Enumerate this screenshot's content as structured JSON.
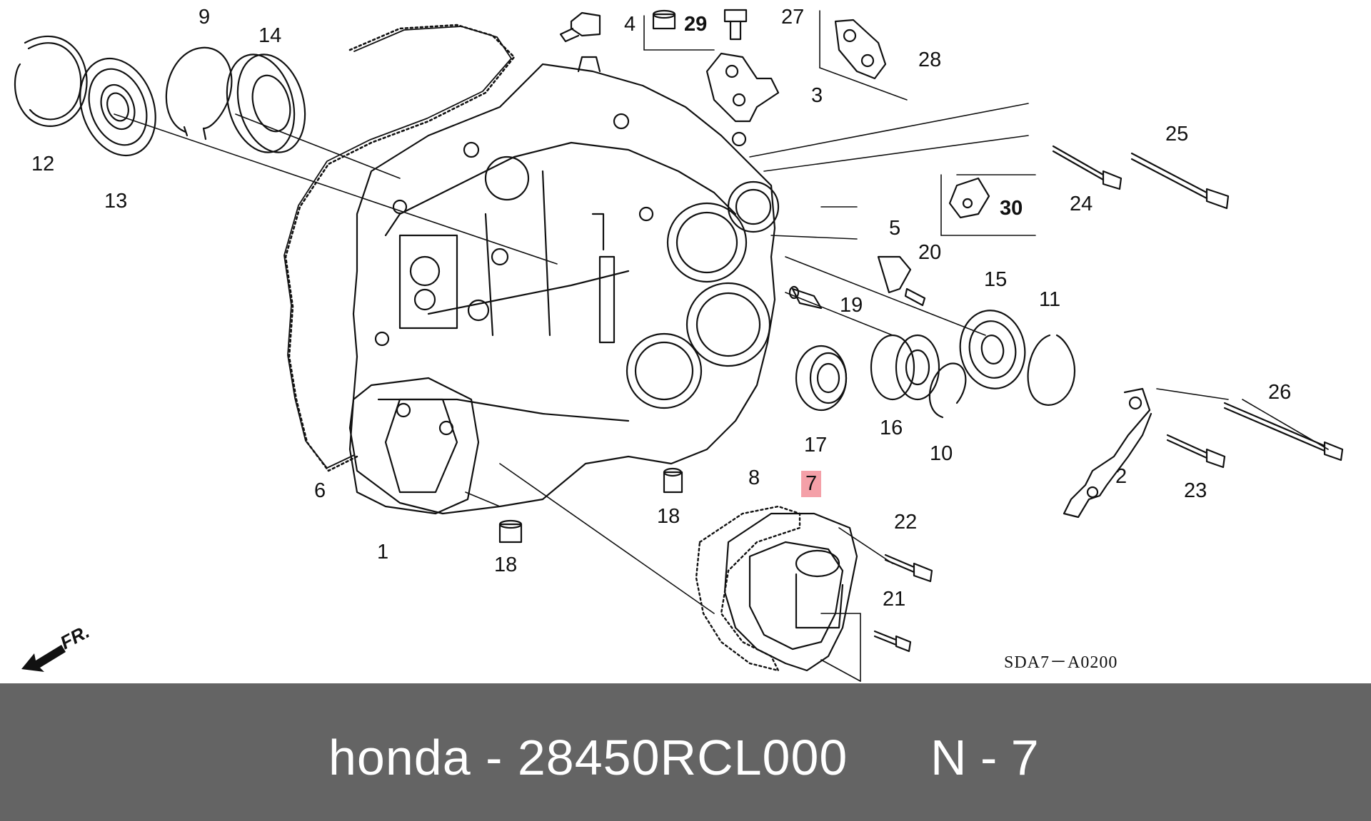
{
  "diagram": {
    "part_labels": [
      {
        "id": "1",
        "text": "1"
      },
      {
        "id": "2",
        "text": "2"
      },
      {
        "id": "3",
        "text": "3"
      },
      {
        "id": "4",
        "text": "4"
      },
      {
        "id": "5",
        "text": "5"
      },
      {
        "id": "6",
        "text": "6"
      },
      {
        "id": "7",
        "text": "7"
      },
      {
        "id": "8",
        "text": "8"
      },
      {
        "id": "9",
        "text": "9"
      },
      {
        "id": "10",
        "text": "10"
      },
      {
        "id": "11",
        "text": "11"
      },
      {
        "id": "12",
        "text": "12"
      },
      {
        "id": "13",
        "text": "13"
      },
      {
        "id": "14",
        "text": "14"
      },
      {
        "id": "15",
        "text": "15"
      },
      {
        "id": "16",
        "text": "16"
      },
      {
        "id": "17",
        "text": "17"
      },
      {
        "id": "18a",
        "text": "18"
      },
      {
        "id": "18b",
        "text": "18"
      },
      {
        "id": "19",
        "text": "19"
      },
      {
        "id": "20",
        "text": "20"
      },
      {
        "id": "21",
        "text": "21"
      },
      {
        "id": "22",
        "text": "22"
      },
      {
        "id": "23",
        "text": "23"
      },
      {
        "id": "24",
        "text": "24"
      },
      {
        "id": "25",
        "text": "25"
      },
      {
        "id": "26",
        "text": "26"
      },
      {
        "id": "27",
        "text": "27"
      },
      {
        "id": "28",
        "text": "28"
      },
      {
        "id": "29",
        "text": "29"
      },
      {
        "id": "30",
        "text": "30"
      }
    ],
    "highlighted_part": "7",
    "diagram_code": "SDA7－A0200",
    "direction_label": "FR."
  },
  "footer": {
    "text": "honda - 28450RCL000",
    "suffix": "N - 7"
  },
  "colors": {
    "highlight": "#f4a0a8",
    "footer_bg": "#646464",
    "footer_text": "#ffffff"
  }
}
